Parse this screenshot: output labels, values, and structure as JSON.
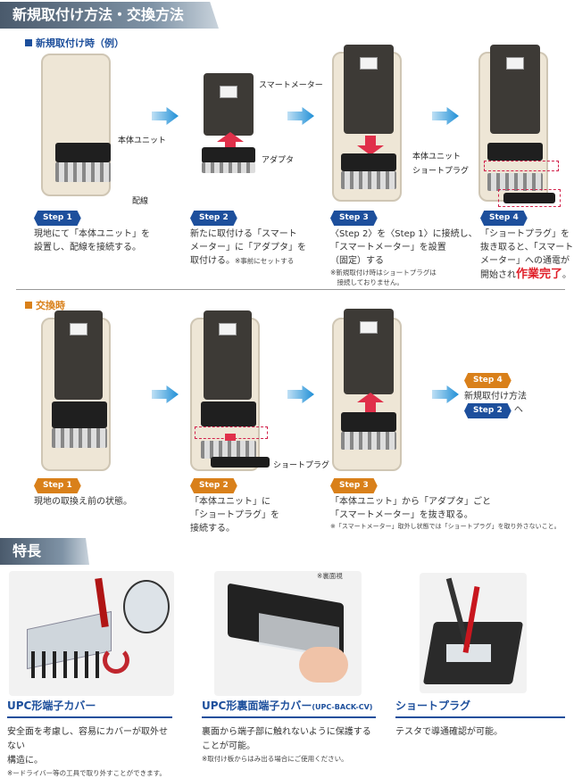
{
  "header1": "新規取付け方法・交換方法",
  "section_new": {
    "title": "新規取付け時（例）",
    "color": "#1d4f9c",
    "callouts": {
      "smart_meter": "スマートメーター",
      "body_unit": "本体ユニット",
      "adapter": "アダプタ",
      "wiring": "配線",
      "body_unit2": "本体ユニット",
      "short_plug": "ショートプラグ"
    },
    "steps": [
      {
        "badge": "Step 1",
        "lines": [
          "現地にて「本体ユニット」を",
          "設置し、配線を接続する。"
        ]
      },
      {
        "badge": "Step 2",
        "lines": [
          "新たに取付ける「スマート",
          "メーター」に「アダプタ」を",
          "取付ける。"
        ],
        "small": "※事前にセットする"
      },
      {
        "badge": "Step 3",
        "lines": [
          "〈Step 2〉を〈Step 1〉に接続し、",
          "「スマートメーター」を設置",
          "（固定）する"
        ],
        "note": [
          "※新規取付け時はショートプラグは",
          "　接続しておりません。"
        ]
      },
      {
        "badge": "Step 4",
        "lines": [
          "「ショートプラグ」を",
          "抜き取ると、「スマート",
          "メーター」への通電が"
        ],
        "last": "開始され",
        "emph": "作業完了",
        "end": "。"
      }
    ]
  },
  "section_replace": {
    "title": "交換時",
    "color": "#d9801a",
    "callouts": {
      "short_plug": "ショートプラグ"
    },
    "steps": [
      {
        "badge": "Step 1",
        "lines": [
          "現地の取換え前の状態。"
        ]
      },
      {
        "badge": "Step 2",
        "lines": [
          "「本体ユニット」に",
          "「ショートプラグ」を",
          "接続する。"
        ]
      },
      {
        "badge": "Step 3",
        "lines": [
          "「本体ユニット」から「アダプタ」ごと",
          "「スマートメーター」を抜き取る。"
        ],
        "note": [
          "※「スマートメーター」取外し状態では「ショートプラグ」を取り外さないこと。"
        ]
      }
    ],
    "step4": {
      "badge": "Step 4",
      "text": "新規取付け方法",
      "ref_badge": "Step 2",
      "ref_suffix": "へ"
    }
  },
  "header2": "特長",
  "features": [
    {
      "title": "UPC形端子カバー",
      "lines": [
        "安全面を考慮し、容易にカバーが取外せない",
        "構造に。"
      ],
      "note": "※ードライバー等の工具で取り外すことができます。"
    },
    {
      "title": "UPC形裏面端子カバー",
      "title_suffix": "(UPC-BACK-CV)",
      "caption": "※裏面視",
      "lines": [
        "裏面から端子部に触れないように保護する",
        "ことが可能。"
      ],
      "note": "※取付け板からはみ出る場合にご使用ください。"
    },
    {
      "title": "ショートプラグ",
      "lines": [
        "テスタで導通確認が可能。"
      ]
    }
  ]
}
